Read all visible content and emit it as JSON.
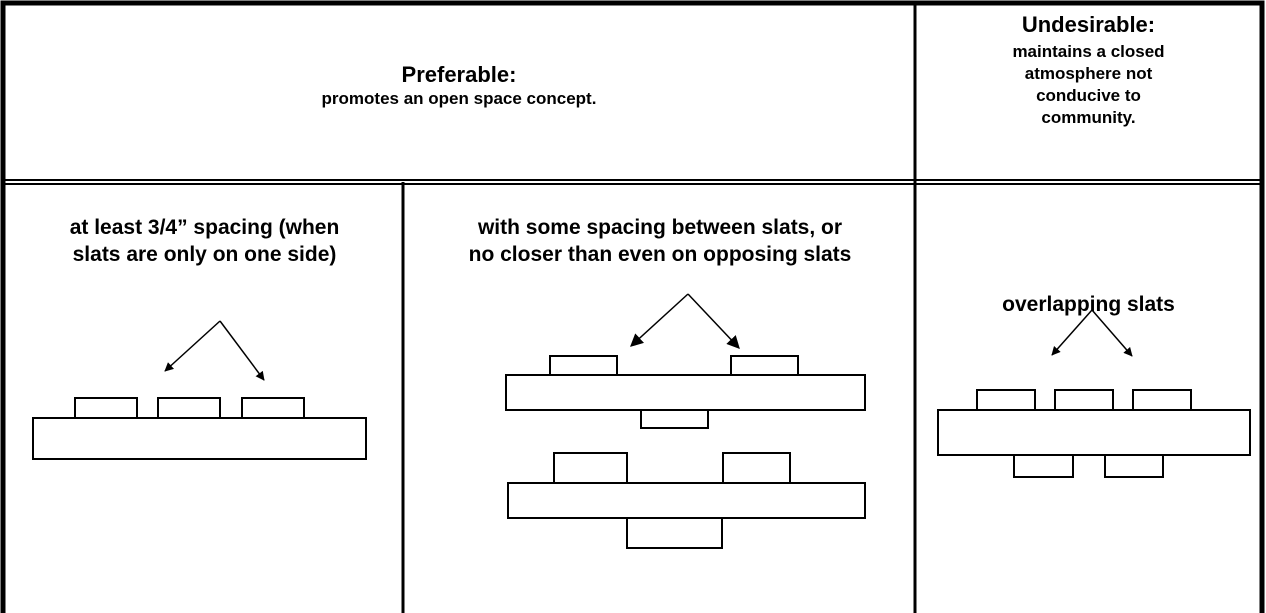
{
  "header": {
    "preferable": {
      "title": "Preferable:",
      "subtitle": "promotes an open space concept."
    },
    "undesirable": {
      "title": "Undesirable:",
      "subtitle_lines": [
        "maintains a closed",
        "atmosphere not",
        "conducive to",
        "community."
      ]
    }
  },
  "columns": {
    "col1": {
      "lines": [
        "at least 3/4” spacing (when",
        "slats are only on one side)"
      ]
    },
    "col2": {
      "lines": [
        "with some spacing between slats, or",
        "no closer than even on opposing slats"
      ]
    },
    "col3": {
      "label": "overlapping slats"
    }
  }
}
